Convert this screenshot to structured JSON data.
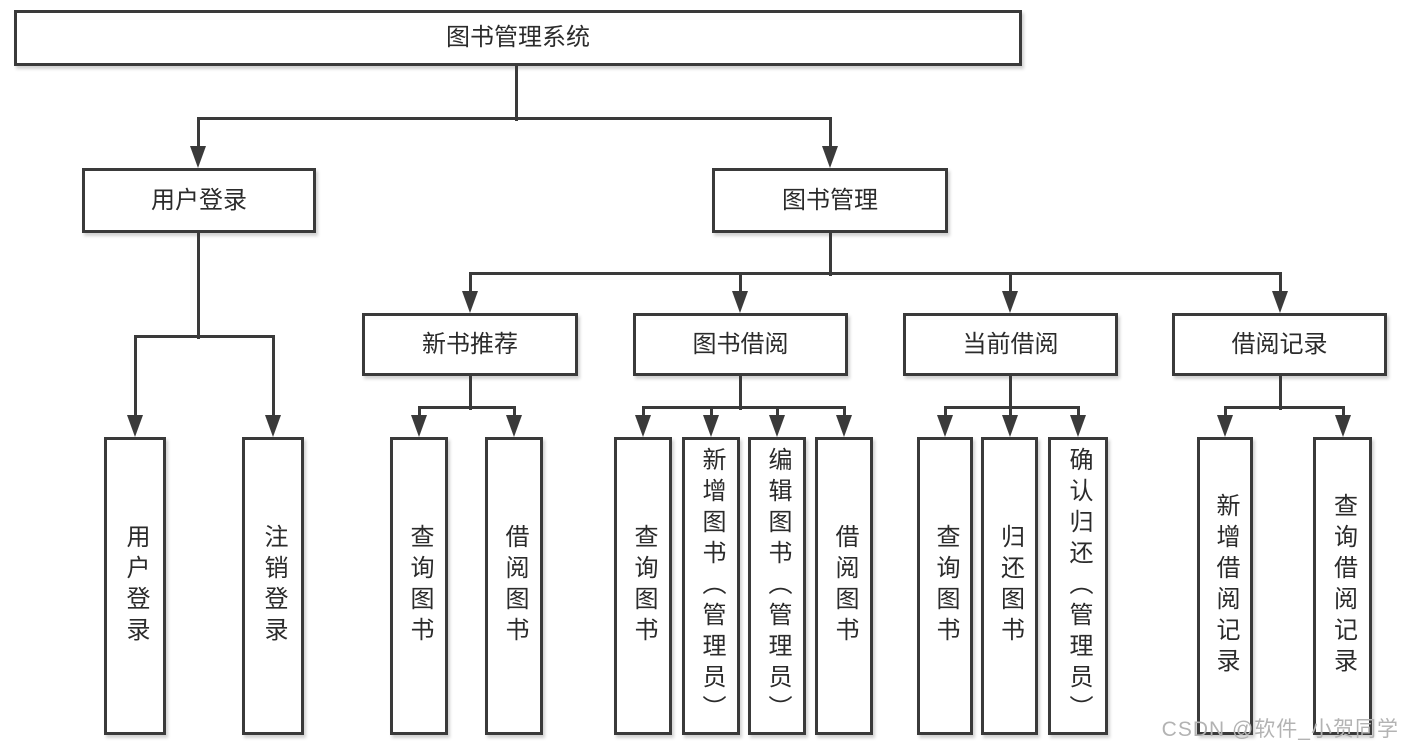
{
  "diagram": {
    "tree": {
      "label": "图书管理系统",
      "children": [
        {
          "label": "用户登录",
          "children": [
            {
              "label": "用户登录"
            },
            {
              "label": "注销登录"
            }
          ]
        },
        {
          "label": "图书管理",
          "children": [
            {
              "label": "新书推荐",
              "children": [
                {
                  "label": "查询图书"
                },
                {
                  "label": "借阅图书"
                }
              ]
            },
            {
              "label": "图书借阅",
              "children": [
                {
                  "label": "查询图书"
                },
                {
                  "label": "新增图书（管理员）"
                },
                {
                  "label": "编辑图书（管理员）"
                },
                {
                  "label": "借阅图书"
                }
              ]
            },
            {
              "label": "当前借阅",
              "children": [
                {
                  "label": "查询图书"
                },
                {
                  "label": "归还图书"
                },
                {
                  "label": "确认归还（管理员）"
                }
              ]
            },
            {
              "label": "借阅记录",
              "children": [
                {
                  "label": "新增借阅记录"
                },
                {
                  "label": "查询借阅记录"
                }
              ]
            }
          ]
        }
      ]
    }
  },
  "watermark": {
    "text": "CSDN @软件_小贺同学"
  },
  "colors": {
    "line": "#3a3a3a",
    "text": "#2b2b2b",
    "box_background": "#ffffff",
    "watermark": "#b3b3b3",
    "page_background": "#ffffff"
  }
}
